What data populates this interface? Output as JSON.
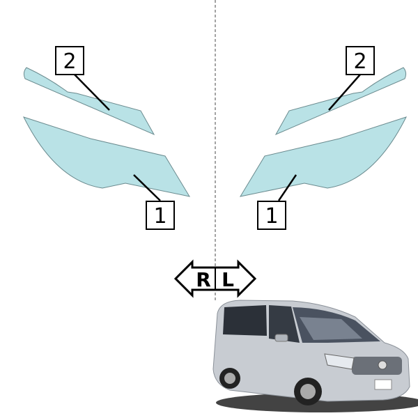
{
  "labels": {
    "left_part_1": "1",
    "left_part_2": "2",
    "right_part_1": "1",
    "right_part_2": "2"
  },
  "direction": {
    "right": "R",
    "left": "L"
  },
  "colors": {
    "film": "#b9e2e6",
    "van_body": "#c8ccd2"
  }
}
